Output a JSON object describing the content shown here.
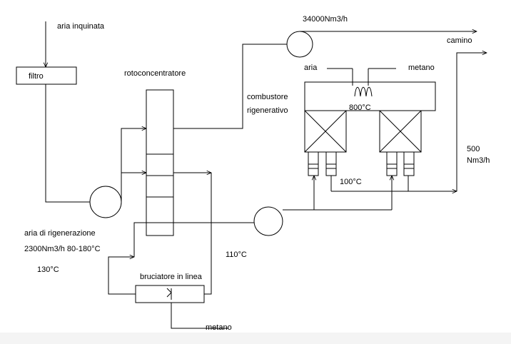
{
  "labels": {
    "aria_inquinata": "aria inquinata",
    "filtro": "filtro",
    "rotoconcentratore": "rotoconcentratore",
    "flow_34000": "34000Nm3/h",
    "camino": "camino",
    "aria": "aria",
    "metano_top": "metano",
    "combustore_1": "combustore",
    "combustore_2": "rigenerativo",
    "temp_800": "800°C",
    "flow_500_1": "500",
    "flow_500_2": "Nm3/h",
    "temp_100": "100°C",
    "aria_rigenerazione": "aria di rigenerazione",
    "flow_2300": "2300Nm3/h 80-180°C",
    "temp_130": "130°C",
    "temp_110": "110°C",
    "bruciatore": "bruciatore in linea",
    "metano_bottom": "metano"
  }
}
